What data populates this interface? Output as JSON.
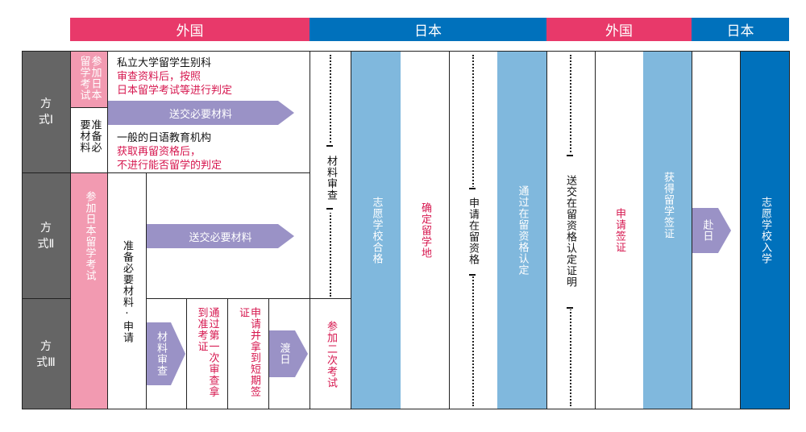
{
  "header": {
    "foreign1": "外国",
    "japan1": "日本",
    "foreign2": "外国",
    "japan2": "日本"
  },
  "methods": {
    "m1": "方式Ⅰ",
    "m2": "方式Ⅱ",
    "m3": "方式Ⅲ"
  },
  "method1": {
    "exam_box": "参加日本留学考试",
    "prepare_box": "准备必要材料",
    "private_title": "私立大学留学生别科",
    "private_line1": "审查资料后，按照",
    "private_line2": "日本留学考试等进行判定",
    "send_docs": "送交必要材料",
    "general_title": "一般的日语教育机构",
    "general_line1": "获取再留资格后，",
    "general_line2": "不进行能否留学的判定"
  },
  "method2": {
    "exam_box": "参加日本留学考试",
    "prepare_apply": "准备必要材料·申请",
    "send_docs": "送交必要材料"
  },
  "method3": {
    "doc_review": "材料审查",
    "admit_card": "通过第一次审查拿到准考证",
    "short_visa": "申请并拿到短期签证",
    "go_japan": "渡日",
    "second_exam": "参加二次考试"
  },
  "columns": {
    "doc_review": "材料审查",
    "pass": "志愿学校合格",
    "confirm": "确定留学地",
    "apply_status": "申请在留资格",
    "status_approved": "通过在留资格认定",
    "send_cert": "送交在留资格认定证明",
    "apply_visa": "申请签证",
    "get_visa": "获得留学签证",
    "go_japan": "赴日",
    "enroll": "志愿学校入学"
  },
  "colors": {
    "pink": "#e8396a",
    "blue": "#0071bc",
    "light_pink": "#f29ab1",
    "light_blue": "#80b8dd",
    "gray": "#656565",
    "purple": "#9a92c6",
    "red_text": "#d6174f"
  }
}
